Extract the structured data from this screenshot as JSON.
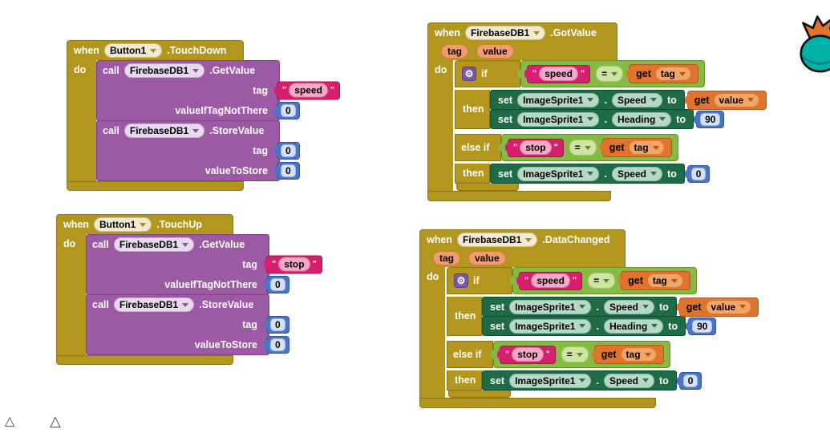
{
  "ui": {
    "when": "when",
    "do": "do",
    "call": "call",
    "set": "set",
    "to": "to",
    "get": "get",
    "if": "if",
    "then": "then",
    "elseif": "else if",
    "eq": "=",
    "dot": ".",
    "quote": "\"",
    "gear_glyph": "⚙"
  },
  "colors": {
    "event_gold": "#b2961e",
    "method_purple": "#9c59a4",
    "setter_green": "#1e6b47",
    "logic_green": "#85bb42",
    "variable_orange": "#e0742c",
    "math_blue": "#4a74c6",
    "text_magenta": "#d6206f",
    "param_chip": "#f29c6b",
    "canvas": "#ffffff"
  },
  "icons": {
    "gear": "mutator-gear-icon",
    "mascot": "codi-mascot",
    "collapsed": "collapsed-block-icon"
  },
  "blocks": {
    "touchdown": {
      "component": "Button1",
      "event": ".TouchDown",
      "calls": [
        {
          "component": "FirebaseDB1",
          "method": ".GetValue",
          "args": [
            {
              "label": "tag",
              "value": "speed"
            },
            {
              "label": "valueIfTagNotThere",
              "value": "0"
            }
          ]
        },
        {
          "component": "FirebaseDB1",
          "method": ".StoreValue",
          "args": [
            {
              "label": "tag",
              "value": "0"
            },
            {
              "label": "valueToStore",
              "value": "0"
            }
          ]
        }
      ]
    },
    "touchup": {
      "component": "Button1",
      "event": ".TouchUp",
      "calls": [
        {
          "component": "FirebaseDB1",
          "method": ".GetValue",
          "args": [
            {
              "label": "tag",
              "value": "stop"
            },
            {
              "label": "valueIfTagNotThere",
              "value": "0"
            }
          ]
        },
        {
          "component": "FirebaseDB1",
          "method": ".StoreValue",
          "args": [
            {
              "label": "tag",
              "value": "0"
            },
            {
              "label": "valueToStore",
              "value": "0"
            }
          ]
        }
      ]
    },
    "gotvalue": {
      "component": "FirebaseDB1",
      "event": ".GotValue",
      "params": [
        "tag",
        "value"
      ],
      "cond1": {
        "text": "speed",
        "var": "tag"
      },
      "then1": [
        {
          "component": "ImageSprite1",
          "prop": "Speed",
          "get_var": "value"
        },
        {
          "component": "ImageSprite1",
          "prop": "Heading",
          "num": "90"
        }
      ],
      "cond2": {
        "text": "stop",
        "var": "tag"
      },
      "then2": [
        {
          "component": "ImageSprite1",
          "prop": "Speed",
          "num": "0"
        }
      ]
    },
    "datachanged": {
      "component": "FirebaseDB1",
      "event": ".DataChanged",
      "params": [
        "tag",
        "value"
      ],
      "cond1": {
        "text": "speed",
        "var": "tag"
      },
      "then1": [
        {
          "component": "ImageSprite1",
          "prop": "Speed",
          "get_var": "value"
        },
        {
          "component": "ImageSprite1",
          "prop": "Heading",
          "num": "90"
        }
      ],
      "cond2": {
        "text": "stop",
        "var": "tag"
      },
      "then2": [
        {
          "component": "ImageSprite1",
          "prop": "Speed",
          "num": "0"
        }
      ]
    }
  }
}
